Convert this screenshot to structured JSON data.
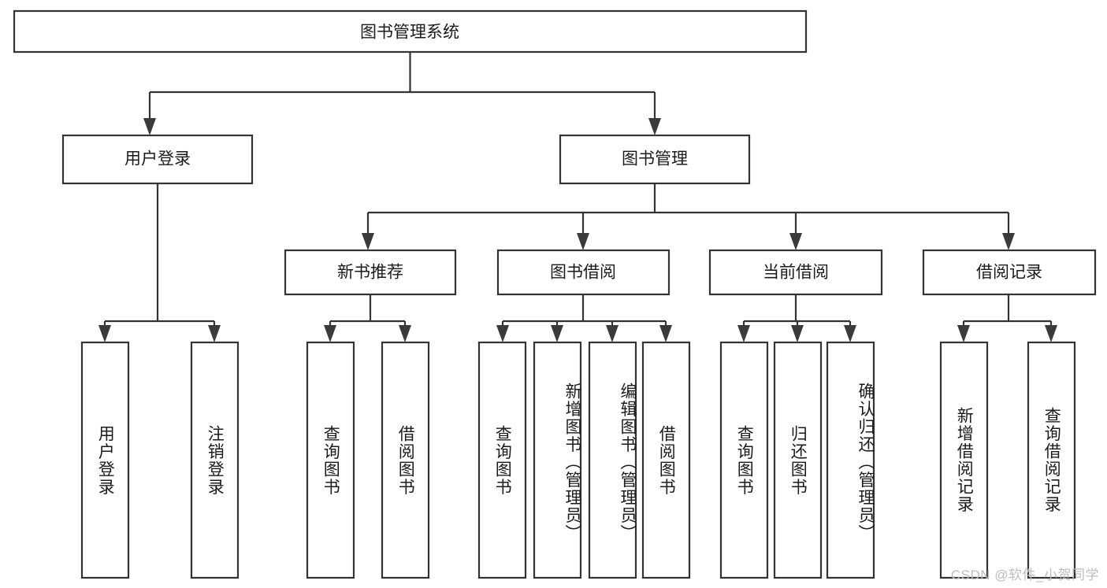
{
  "diagram": {
    "type": "tree",
    "title": "图书管理系统",
    "style": {
      "box_fill": "#ffffff",
      "box_stroke": "#333333",
      "text_color": "#1b1b1b",
      "background": "#ffffff",
      "watermark_color": "#bdbdbd"
    },
    "root": {
      "label": "图书管理系统"
    },
    "level2": [
      {
        "label": "用户登录"
      },
      {
        "label": "图书管理"
      }
    ],
    "level3": [
      {
        "label": "新书推荐"
      },
      {
        "label": "图书借阅"
      },
      {
        "label": "当前借阅"
      },
      {
        "label": "借阅记录"
      }
    ],
    "leaves": [
      {
        "label": "用户登录",
        "parent": "用户登录"
      },
      {
        "label": "注销登录",
        "parent": "用户登录"
      },
      {
        "label": "查询图书",
        "parent": "新书推荐"
      },
      {
        "label": "借阅图书",
        "parent": "新书推荐"
      },
      {
        "label": "查询图书",
        "parent": "图书借阅"
      },
      {
        "label": "新增图书（管理员）",
        "parent": "图书借阅"
      },
      {
        "label": "编辑图书（管理员）",
        "parent": "图书借阅"
      },
      {
        "label": "借阅图书",
        "parent": "图书借阅"
      },
      {
        "label": "查询图书",
        "parent": "当前借阅"
      },
      {
        "label": "归还图书",
        "parent": "当前借阅"
      },
      {
        "label": "确认归还（管理员）",
        "parent": "当前借阅"
      },
      {
        "label": "新增借阅记录",
        "parent": "借阅记录"
      },
      {
        "label": "查询借阅记录",
        "parent": "借阅记录"
      }
    ]
  },
  "watermark": {
    "text": "CSDN @软件_小贺同学"
  }
}
